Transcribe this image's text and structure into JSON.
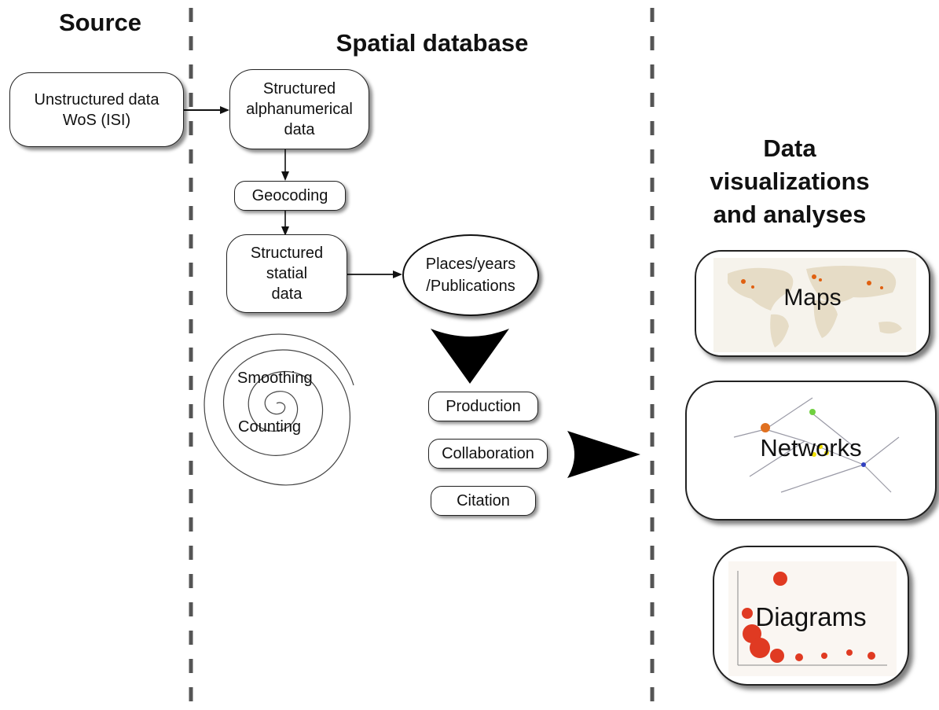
{
  "headings": {
    "source": "Source",
    "spatial_database": "Spatial database",
    "data_viz": "Data visualizations and analyses"
  },
  "nodes": {
    "unstructured": "Unstructured data\nWoS (ISI)",
    "structured_alpha": "Structured\nalphanumerical\ndata",
    "geocoding": "Geocoding",
    "structured_spatial": "Structured\nstatial\ndata",
    "places": "Places/years\n/Publications"
  },
  "process": {
    "smoothing": "Smoothing",
    "counting": "Counting"
  },
  "outputs": {
    "production": "Production",
    "collaboration": "Collaboration",
    "citation": "Citation"
  },
  "visualizations": {
    "maps": "Maps",
    "networks": "Networks",
    "diagrams": "Diagrams"
  },
  "colors": {
    "line": "#222222",
    "divider": "#555555",
    "bubble": "#e03a22",
    "network_node": "#f0e000"
  }
}
